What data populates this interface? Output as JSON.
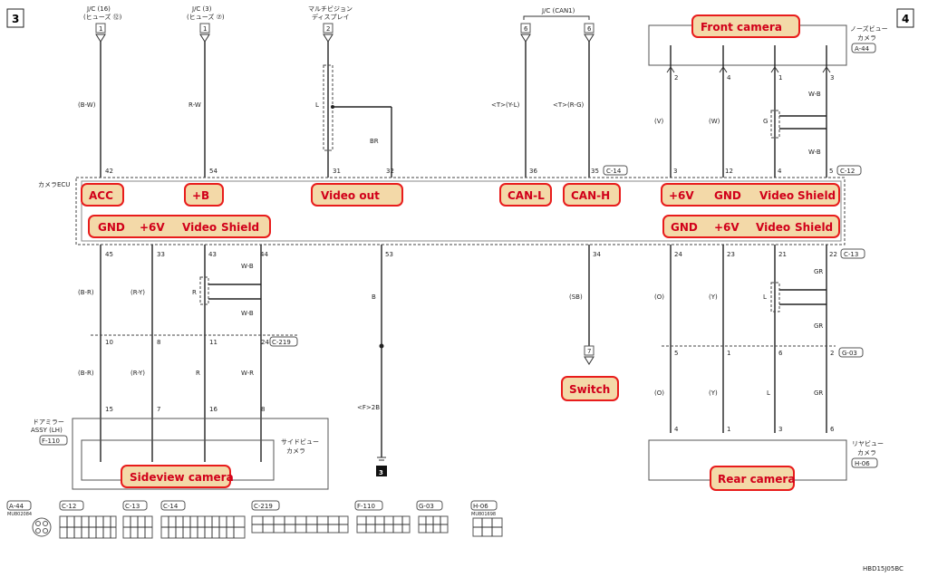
{
  "page_numbers": {
    "left": "3",
    "right": "4"
  },
  "source_labels": {
    "jc16": "J/C (16)",
    "jc16_sub": "(ヒューズ ⑫)",
    "jc3": "J/C (3)",
    "jc3_sub": "(ヒューズ ⑦)",
    "multi": "マルチビジョン",
    "multi_sub": "ディスプレイ",
    "jcan": "J/C (CAN1)"
  },
  "top_terminals": [
    "1",
    "1",
    "2",
    "6",
    "6"
  ],
  "wire_colors": {
    "w42": "(B-W)",
    "w54": "R-W",
    "w_l": "L",
    "w_br": "BR",
    "w36": "<T>(Y-L)",
    "w35": "<T>(R-G)",
    "front_v": "(V)",
    "front_w": "(W)",
    "front_g": "G",
    "front_wb1": "W-B",
    "front_wb2": "W-B",
    "s45": "(B-R)",
    "s33": "(R-Y)",
    "s_r": "R",
    "s_wb1": "W-B",
    "s_wb2": "W-B",
    "s45b": "(B-R)",
    "s33b": "(R-Y)",
    "s43b": "R",
    "s44b": "W-R",
    "g53": "B",
    "g53b": "<F>2B",
    "sw34": "(SB)",
    "r24": "(O)",
    "r23": "(Y)",
    "r_l": "L",
    "r_gr1": "GR",
    "r_gr2": "GR",
    "r24b": "(O)",
    "r23b": "(Y)",
    "r21b": "L",
    "r22b": "GR"
  },
  "ecu": {
    "label": "カメラECU",
    "top_pins": [
      "42",
      "54",
      "31",
      "32",
      "36",
      "35",
      "3",
      "12",
      "4",
      "5"
    ],
    "bottom_pins": [
      "45",
      "33",
      "43",
      "44",
      "53",
      "34",
      "24",
      "23",
      "21",
      "22"
    ],
    "conn_c14": "C-14",
    "conn_c12": "C-12",
    "conn_c13": "C-13"
  },
  "front_camera": {
    "title": "Front camera",
    "side_label": "ノーズビュー",
    "side_label2": "カメラ",
    "conn": "A-44",
    "pins": [
      "2",
      "4",
      "1",
      "3"
    ]
  },
  "rear_camera": {
    "title": "Rear camera",
    "side_label": "リヤビュー",
    "side_label2": "カメラ",
    "conn": "H-06",
    "pins": [
      "4",
      "1",
      "3",
      "6"
    ]
  },
  "sideview_camera": {
    "title": "Sideview camera",
    "assy_label": "ドアミラー",
    "assy_label2": "ASSY (LH)",
    "assy_conn": "F-110",
    "cam_label": "サイドビュー",
    "cam_label2": "カメラ",
    "pins": [
      "15",
      "7",
      "16",
      "8"
    ]
  },
  "junction_pins": {
    "side": [
      "10",
      "8",
      "11",
      "24"
    ],
    "side_conn": "C-219",
    "rear": [
      "5",
      "1",
      "6",
      "2"
    ],
    "rear_conn": "G-03"
  },
  "switch_pin": "7",
  "ground_label": "3",
  "highlights": {
    "acc": "ACC",
    "b": "+B",
    "video_out": "Video out",
    "can_l": "CAN-L",
    "can_h": "CAN-H",
    "front_row": [
      "+6V",
      "GND",
      "Video",
      "Shield"
    ],
    "side_row": [
      "GND",
      "+6V",
      "Video",
      "Shield"
    ],
    "rear_row": [
      "GND",
      "+6V",
      "Video",
      "Shield"
    ],
    "switch": "Switch"
  },
  "connector_legend": [
    "A-44",
    "C-12",
    "C-13",
    "C-14",
    "C-219",
    "F-110",
    "G-03",
    "H-06"
  ],
  "legend_notes": {
    "a44": "MU802084",
    "h06": "MU801698"
  },
  "doc_code": "HBD15J05BC"
}
